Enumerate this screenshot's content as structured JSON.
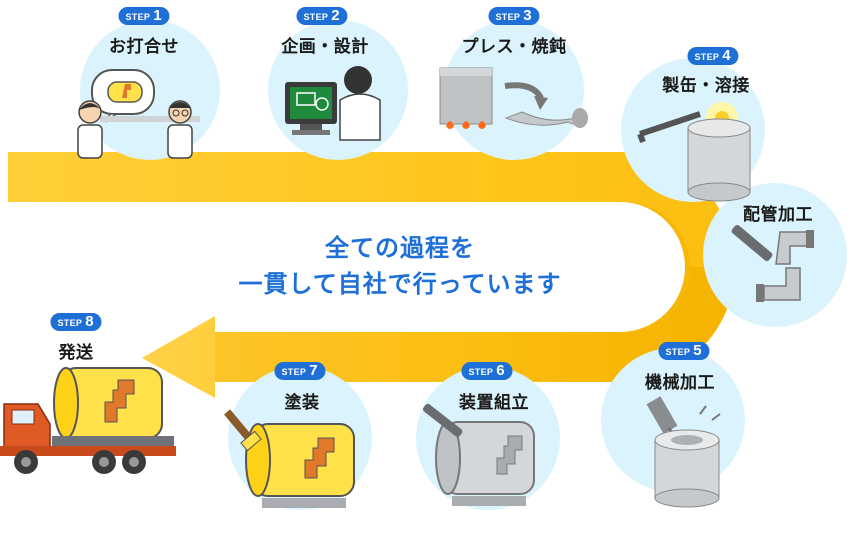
{
  "steps": [
    {
      "badge_word": "STEP",
      "badge_num": "1",
      "label": "お打合せ"
    },
    {
      "badge_word": "STEP",
      "badge_num": "2",
      "label": "企画・設計"
    },
    {
      "badge_word": "STEP",
      "badge_num": "3",
      "label": "プレス・焼鈍"
    },
    {
      "badge_word": "STEP",
      "badge_num": "4",
      "label": "製缶・溶接"
    },
    {
      "label": "配管加工"
    },
    {
      "badge_word": "STEP",
      "badge_num": "5",
      "label": "機械加工"
    },
    {
      "badge_word": "STEP",
      "badge_num": "6",
      "label": "装置組立"
    },
    {
      "badge_word": "STEP",
      "badge_num": "7",
      "label": "塗装"
    },
    {
      "badge_word": "STEP",
      "badge_num": "8",
      "label": "発送"
    }
  ],
  "center": {
    "line1": "全ての過程を",
    "line2": "一貫して自社で行っています"
  },
  "colors": {
    "arrow": "#ffc21a",
    "circle": "#dbf3fc",
    "badge": "#1e6fd6",
    "center_text": "#1e70d8",
    "truck": "#e05a26",
    "tank_yellow": "#ffe14a",
    "pipe_orange": "#e07a2a",
    "steel_gray": "#b8bcc0"
  }
}
